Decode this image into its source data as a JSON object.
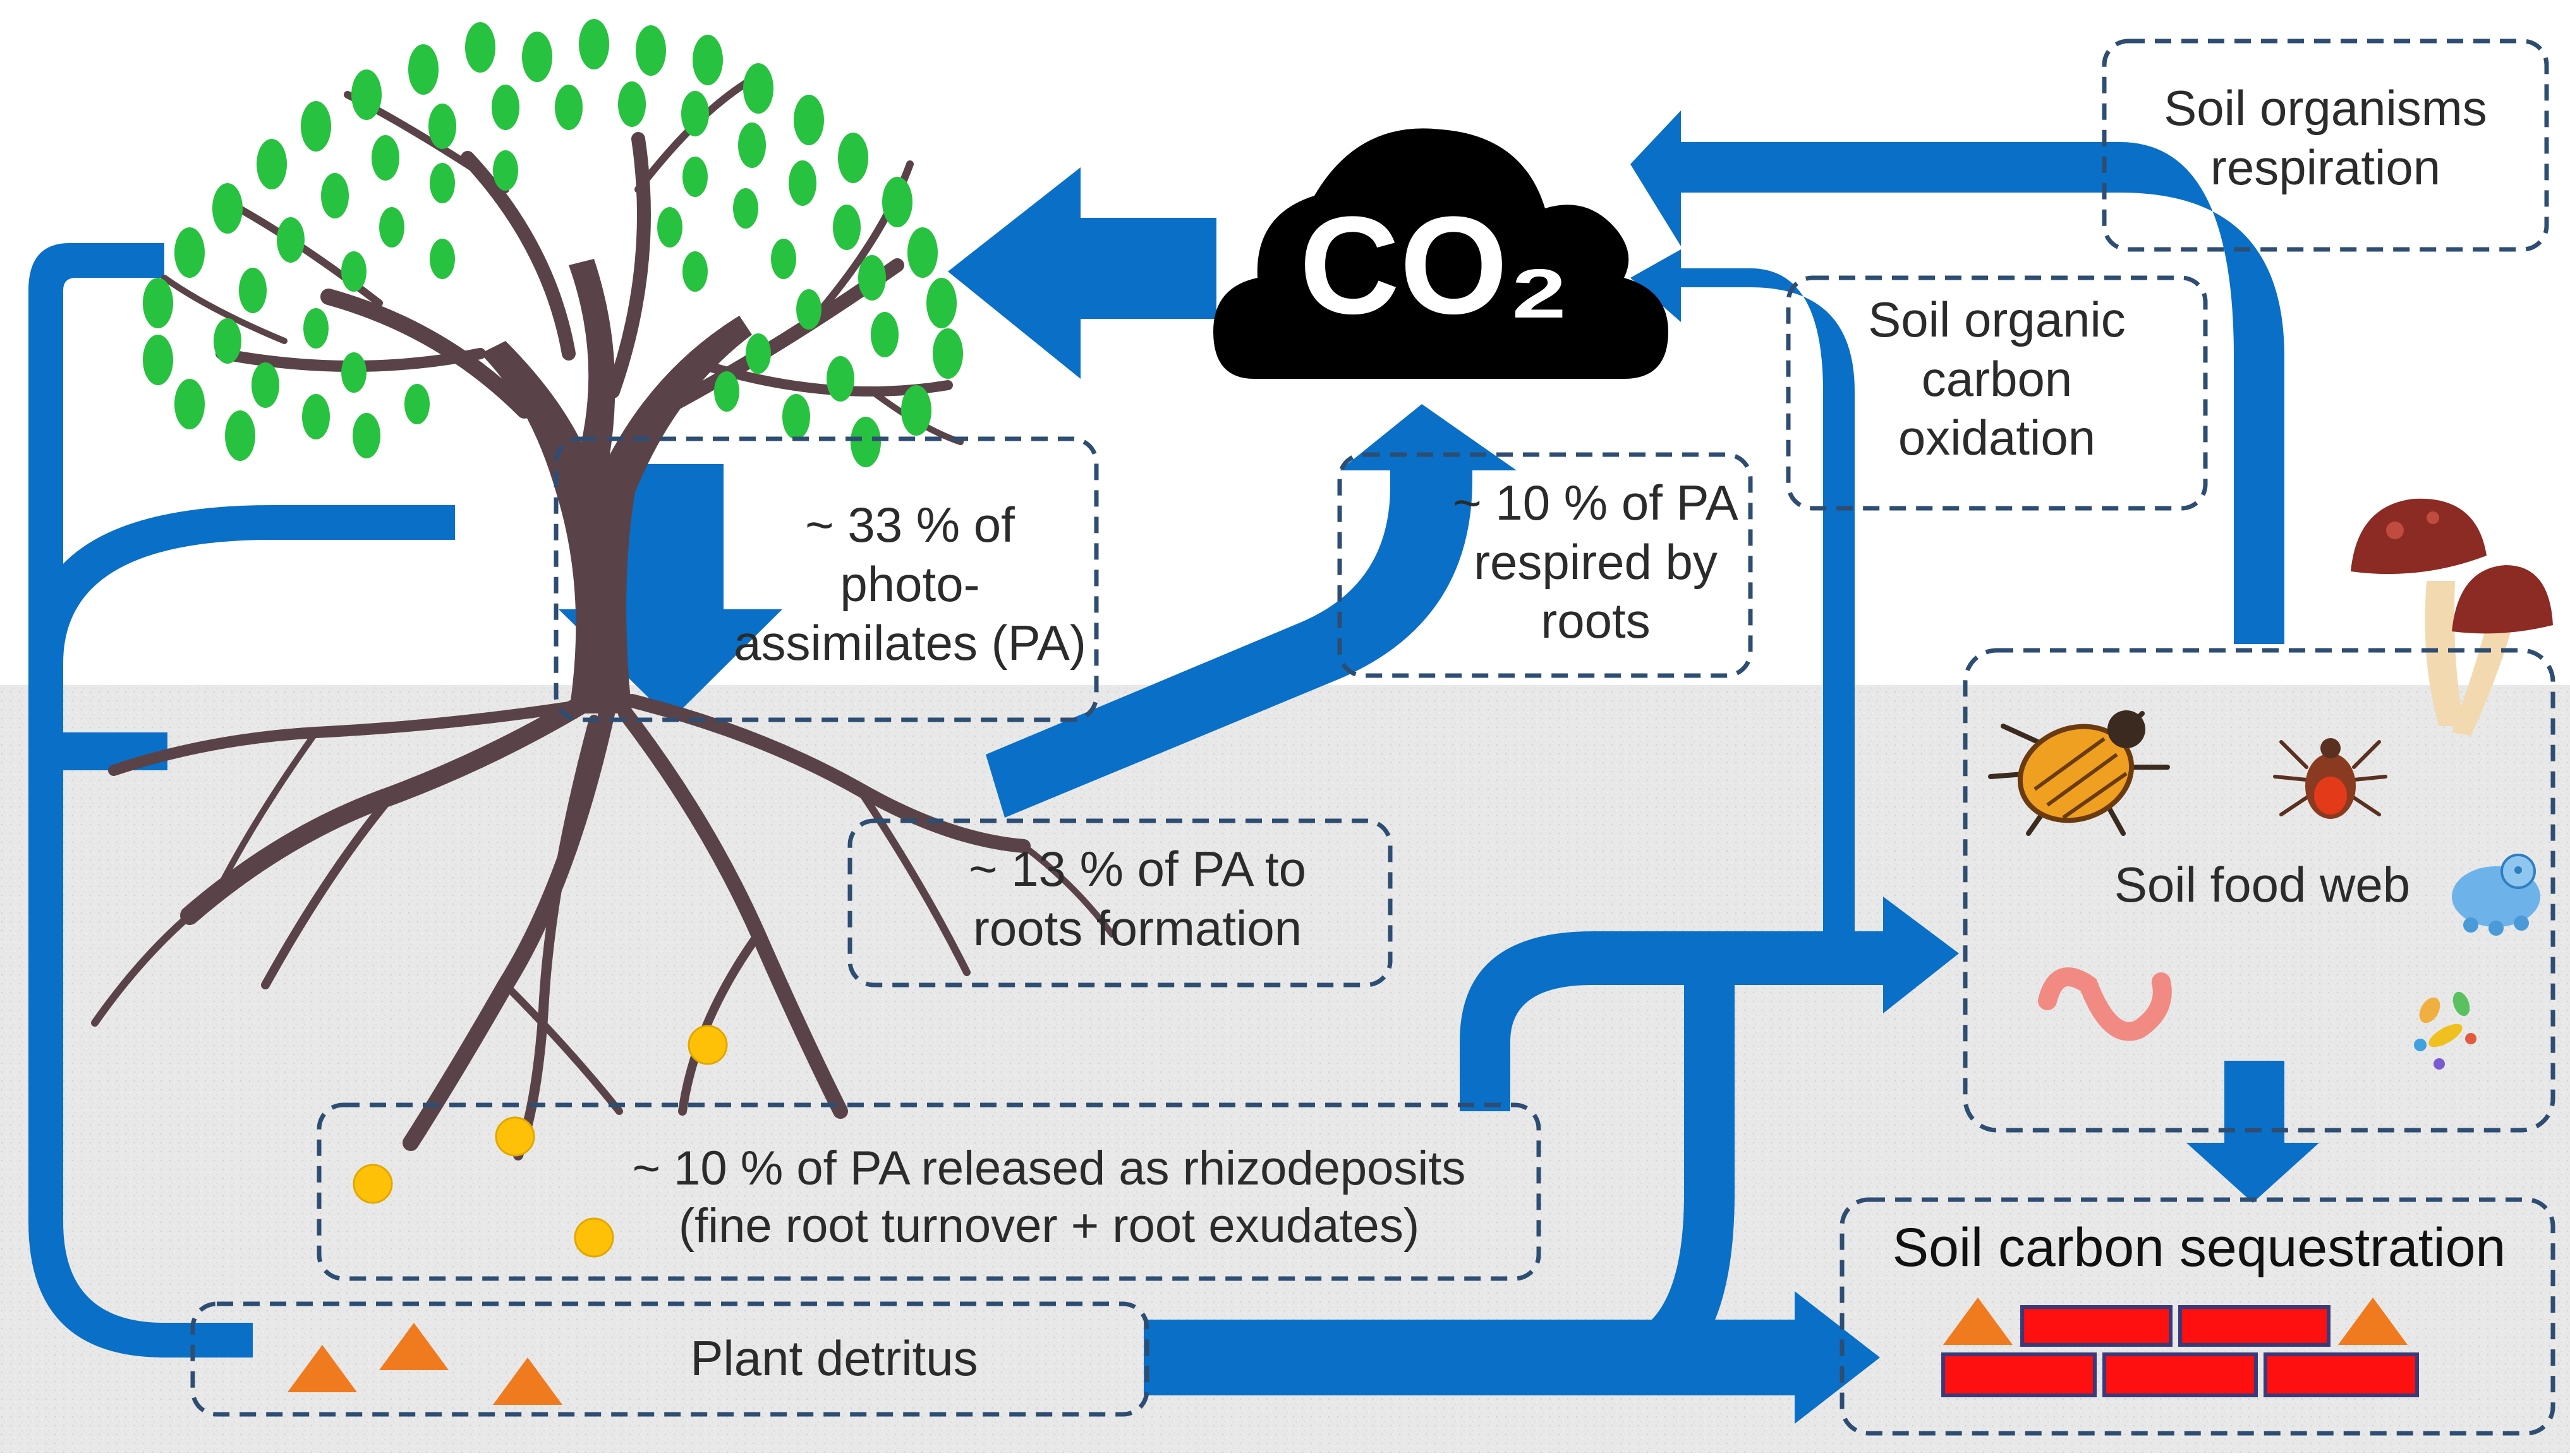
{
  "colors": {
    "arrow": "#0a6fc6",
    "box_border": "#2e4d72",
    "soil": "#e6e6e6",
    "leaf": "#27c23f",
    "trunk": "#5a4348",
    "cloud": "#000000",
    "rhizodeposit": "#ffc107",
    "detritus": "#f07a1e",
    "brick": "#ff1010"
  },
  "cloud": {
    "label": "CO₂"
  },
  "boxes": {
    "soil_organisms_respiration": {
      "lines": [
        "Soil organisms",
        "respiration"
      ]
    },
    "soil_organic_carbon_oxidation": {
      "lines": [
        "Soil organic",
        "carbon",
        "oxidation"
      ]
    },
    "photoassimilates": {
      "lines": [
        "~ 33 % of",
        "photo-",
        "assimilates (PA)"
      ]
    },
    "respired_by_roots": {
      "lines": [
        "~ 10 % of PA",
        "respired by",
        "roots"
      ]
    },
    "roots_formation": {
      "lines": [
        "~ 13 % of PA to",
        "roots formation"
      ]
    },
    "soil_food_web": {
      "lines": [
        "Soil food web"
      ]
    },
    "rhizodeposits": {
      "lines": [
        "~ 10 % of PA released as rhizodeposits",
        "(fine root turnover + root exudates)"
      ]
    },
    "plant_detritus": {
      "lines": [
        "Plant detritus"
      ]
    },
    "soil_carbon_sequestration": {
      "lines": [
        "Soil carbon sequestration"
      ]
    }
  },
  "icons": [
    "tree-icon",
    "co2-cloud-icon",
    "mushroom-icon",
    "beetle-icon",
    "tick-icon",
    "tardigrade-icon",
    "earthworm-icon",
    "microbes-icon",
    "brick-wall-icon"
  ]
}
